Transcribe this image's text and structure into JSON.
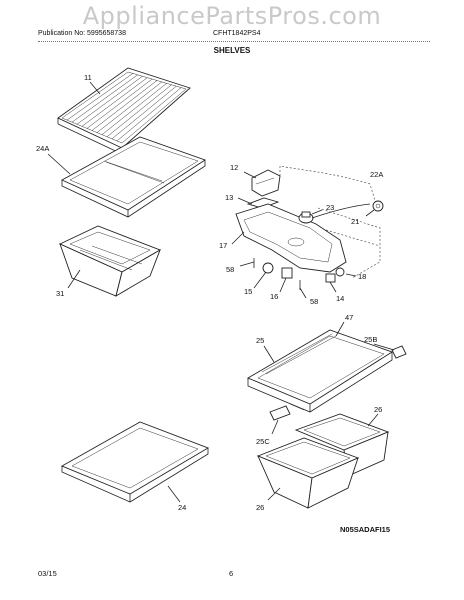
{
  "watermark": "AppliancePartsPros.com",
  "header": {
    "publication": "Publication No: 5995658738",
    "model": "CFHT1842PS4",
    "section_title": "SHELVES"
  },
  "callouts": {
    "c11": "11",
    "c24a": "24A",
    "c31": "31",
    "c12": "12",
    "c13": "13",
    "c17": "17",
    "c58a": "58",
    "c15": "15",
    "c16": "16",
    "c58b": "58",
    "c14": "14",
    "c18": "18",
    "c21": "21",
    "c22a": "22A",
    "c23": "23",
    "c47": "47",
    "c25": "25",
    "c25b": "25B",
    "c25c": "25C",
    "c26a": "26",
    "c26b": "26",
    "c24": "24"
  },
  "reference_code": "N05SADAFI15",
  "footer": {
    "date": "03/15",
    "page": "6"
  }
}
